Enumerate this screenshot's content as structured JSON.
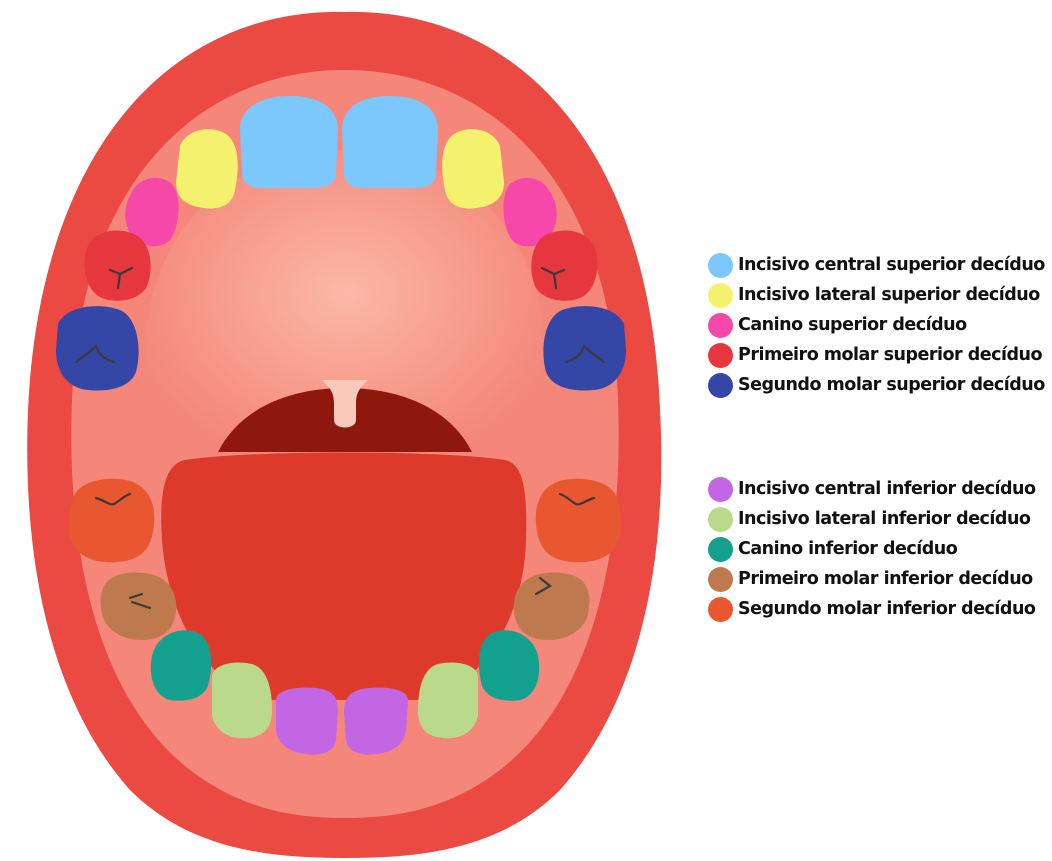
{
  "colors": {
    "lip": "#EA4A42",
    "gum": "#F4877A",
    "palate": "#F9A592",
    "throat": "#8E180E",
    "uvula": "#FBC9BB",
    "tongue": "#DE3A2C"
  },
  "legend_upper": [
    {
      "id": "incisivo-central-superior",
      "label": "Incisivo central superior decíduo",
      "color": "#7CC7FB"
    },
    {
      "id": "incisivo-lateral-superior",
      "label": "Incisivo lateral superior decíduo",
      "color": "#F4F16E"
    },
    {
      "id": "canino-superior",
      "label": "Canino superior decíduo",
      "color": "#F548A9"
    },
    {
      "id": "primeiro-molar-superior",
      "label": "Primeiro molar superior decíduo",
      "color": "#E6363E"
    },
    {
      "id": "segundo-molar-superior",
      "label": "Segundo molar superior decíduo",
      "color": "#3447A6"
    }
  ],
  "legend_lower": [
    {
      "id": "incisivo-central-inferior",
      "label": "Incisivo central inferior decíduo",
      "color": "#C266E3"
    },
    {
      "id": "incisivo-lateral-inferior",
      "label": "Incisivo lateral inferior decíduo",
      "color": "#BBD98A"
    },
    {
      "id": "canino-inferior",
      "label": "Canino inferior decíduo",
      "color": "#14A08E"
    },
    {
      "id": "primeiro-molar-inferior",
      "label": "Primeiro molar inferior decíduo",
      "color": "#BE7A4E"
    },
    {
      "id": "segundo-molar-inferior",
      "label": "Segundo molar inferior decíduo",
      "color": "#E95731"
    }
  ]
}
